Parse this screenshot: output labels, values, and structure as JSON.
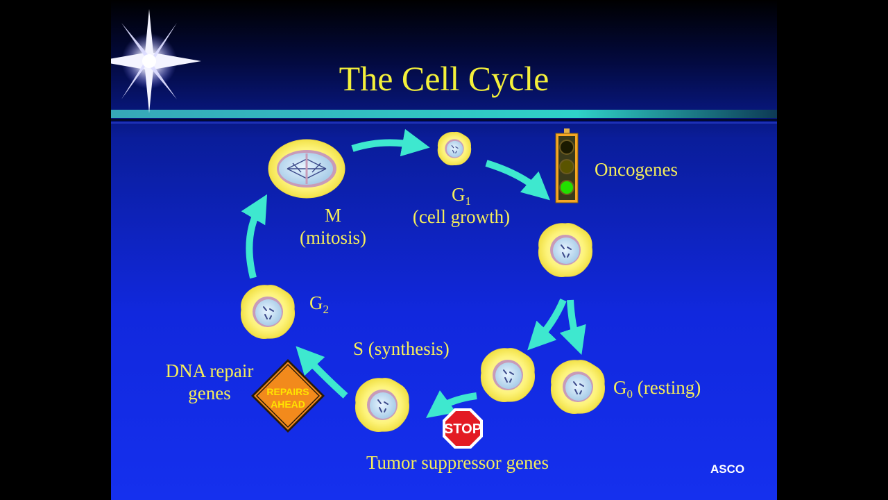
{
  "slide": {
    "title": "The Cell Cycle",
    "footer_logo": "ASCO"
  },
  "labels": {
    "m_phase": "M",
    "m_phase_desc": "(mitosis)",
    "g1_letter": "G",
    "g1_sub": "1",
    "g1_desc": "(cell growth)",
    "g2_letter": "G",
    "g2_sub": "2",
    "s_phase": "S (synthesis)",
    "g0_letter": "G",
    "g0_sub": "0",
    "g0_desc": "(resting)",
    "oncogenes": "Oncogenes",
    "dna_repair_line1": "DNA repair",
    "dna_repair_line2": "genes",
    "tumor_suppressor": "Tumor suppressor genes"
  },
  "signs": {
    "stop_text": "STOP",
    "repairs_line1": "REPAIRS",
    "repairs_line2": "AHEAD"
  },
  "icons": [
    "sparkle-icon",
    "traffic-light-icon",
    "stop-sign-icon",
    "repairs-ahead-sign-icon"
  ],
  "colors": {
    "title": "#f4f03a",
    "label": "#f6ee5a",
    "arrow": "#3ee8cf",
    "cell": "#fdf37a",
    "nucleus": "#bfe0f2",
    "stop_sign": "#e31b23",
    "repairs_sign": "#f28a1c",
    "traffic_green": "#22e000"
  }
}
